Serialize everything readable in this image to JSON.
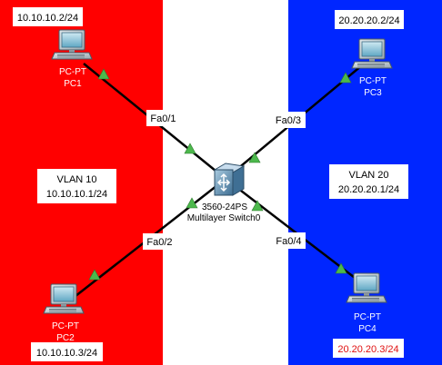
{
  "colors": {
    "zone_left": "#ff0000",
    "zone_right": "#0026ff",
    "link": "#000000",
    "link_up_marker": "#4cb84c",
    "highlight_text": "#e01010"
  },
  "zones": {
    "left": {
      "vlan_label": "VLAN 10",
      "gateway": "10.10.10.1/24"
    },
    "right": {
      "vlan_label": "VLAN 20",
      "gateway": "20.20.20.1/24"
    }
  },
  "switch": {
    "icon": "multilayer-switch-icon",
    "model": "3560-24PS",
    "name": "Multilayer Switch0"
  },
  "hosts": {
    "pc1": {
      "icon": "pc-icon",
      "type": "PC-PT",
      "name": "PC1",
      "ip": "10.10.10.2/24"
    },
    "pc2": {
      "icon": "pc-icon",
      "type": "PC-PT",
      "name": "PC2",
      "ip": "10.10.10.3/24"
    },
    "pc3": {
      "icon": "pc-icon",
      "type": "PC-PT",
      "name": "PC3",
      "ip": "20.20.20.2/24"
    },
    "pc4": {
      "icon": "pc-icon",
      "type": "PC-PT",
      "name": "PC4",
      "ip": "20.20.20.3/24"
    }
  },
  "links": {
    "pc1": {
      "port": "Fa0/1",
      "status": "up"
    },
    "pc2": {
      "port": "Fa0/2",
      "status": "up"
    },
    "pc3": {
      "port": "Fa0/3",
      "status": "up"
    },
    "pc4": {
      "port": "Fa0/4",
      "status": "up"
    }
  }
}
